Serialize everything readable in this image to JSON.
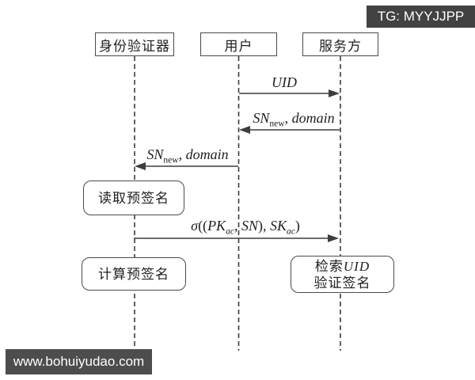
{
  "colors": {
    "bg": "#ffffff",
    "line": "#3d3d3d",
    "box_border": "#4a4a4a",
    "text": "#1f1f1f",
    "badge_bg": "#424242",
    "watermark_bg": "#4d4d4d"
  },
  "overlays": {
    "tg_badge": "TG: MYYJJPP",
    "watermark": "www.bohuiyudao.com"
  },
  "diagram": {
    "actors": [
      {
        "id": "authenticator",
        "label": "身份验证器"
      },
      {
        "id": "user",
        "label": "用户"
      },
      {
        "id": "service",
        "label": "服务方"
      }
    ],
    "messages": [
      {
        "from": "user",
        "to": "service",
        "label_parts": [
          {
            "t": "UID",
            "i": true
          }
        ]
      },
      {
        "from": "service",
        "to": "user",
        "label_parts": [
          {
            "t": "SN",
            "i": true
          },
          {
            "t": "new",
            "sub": true
          },
          {
            "t": ", "
          },
          {
            "t": "domain",
            "i": true
          }
        ]
      },
      {
        "from": "user",
        "to": "authenticator",
        "label_parts": [
          {
            "t": "SN",
            "i": true
          },
          {
            "t": "new",
            "sub": true
          },
          {
            "t": ", "
          },
          {
            "t": "domain",
            "i": true
          }
        ]
      },
      {
        "from": "authenticator",
        "to": "service",
        "label_parts": [
          {
            "t": "σ",
            "i": true
          },
          {
            "t": "(("
          },
          {
            "t": "PK",
            "i": true
          },
          {
            "t": "ac",
            "sub": true,
            "i": true
          },
          {
            "t": ", "
          },
          {
            "t": "SN",
            "i": true
          },
          {
            "t": "), "
          },
          {
            "t": "SK",
            "i": true
          },
          {
            "t": "ac",
            "sub": true,
            "i": true
          },
          {
            "t": ")"
          }
        ]
      }
    ],
    "actions": [
      {
        "on": "authenticator",
        "lines": [
          [
            {
              "t": "读取预签名"
            }
          ]
        ]
      },
      {
        "on": "authenticator",
        "lines": [
          [
            {
              "t": "计算预签名"
            }
          ]
        ]
      },
      {
        "on": "service",
        "lines": [
          [
            {
              "t": "检索"
            },
            {
              "t": "UID",
              "i": true
            }
          ],
          [
            {
              "t": "验证签名"
            }
          ]
        ]
      }
    ]
  }
}
